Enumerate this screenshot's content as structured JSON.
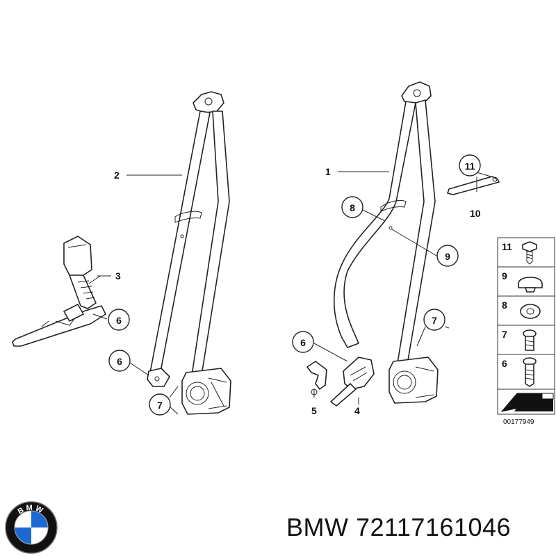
{
  "diagram": {
    "labels": {
      "l1": "1",
      "l2": "2",
      "l3": "3",
      "l4": "4",
      "l5": "5",
      "l6a": "6",
      "l6b": "6",
      "l6c": "6",
      "l7a": "7",
      "l7b": "7",
      "l8": "8",
      "l9": "9",
      "l10": "10",
      "l11": "11"
    },
    "legend": [
      "11",
      "9",
      "8",
      "7",
      "6"
    ],
    "doc_number": "00177949"
  },
  "brand": {
    "logo_letters": "BMW",
    "colors": {
      "blue": "#1c69d4",
      "black": "#111111",
      "white": "#ffffff"
    }
  },
  "caption": "BMW 72117161046"
}
